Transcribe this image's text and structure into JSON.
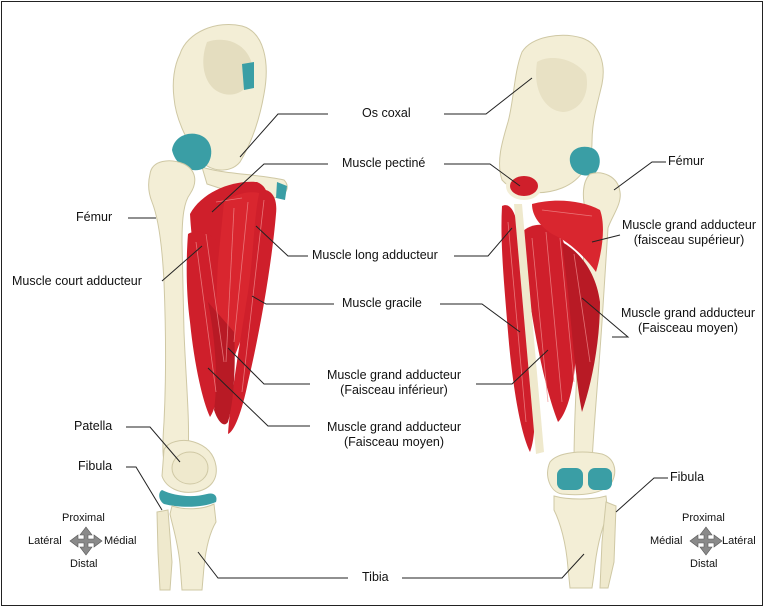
{
  "labels": {
    "os_coxal": "Os coxal",
    "pectine": "Muscle pectiné",
    "long_adducteur": "Muscle long adducteur",
    "gracile": "Muscle gracile",
    "grand_add_inf_1": "Muscle grand adducteur",
    "grand_add_inf_2": "(Faisceau inférieur)",
    "grand_add_moy_1": "Muscle grand adducteur",
    "grand_add_moy_2": "(Faisceau moyen)",
    "tibia": "Tibia",
    "femur_left": "Fémur",
    "court_adducteur": "Muscle court adducteur",
    "patella": "Patella",
    "fibula_left": "Fibula",
    "femur_right": "Fémur",
    "grand_add_sup_r1": "Muscle grand adducteur",
    "grand_add_sup_r2": "(faisceau supérieur)",
    "grand_add_moy_r1": "Muscle grand adducteur",
    "grand_add_moy_r2": "(Faisceau moyen)",
    "fibula_right": "Fibula"
  },
  "compass_left": {
    "top": "Proximal",
    "left": "Latéral",
    "right": "Médial",
    "bottom": "Distal"
  },
  "compass_right": {
    "top": "Proximal",
    "left": "Médial",
    "right": "Latéral",
    "bottom": "Distal"
  },
  "colors": {
    "bone": "#f3eed6",
    "bone_shadow": "#dcd6b4",
    "cartilage": "#3a9ea5",
    "muscle": "#cf1f2b",
    "muscle_light": "#ec6b6f",
    "line": "#222222"
  }
}
